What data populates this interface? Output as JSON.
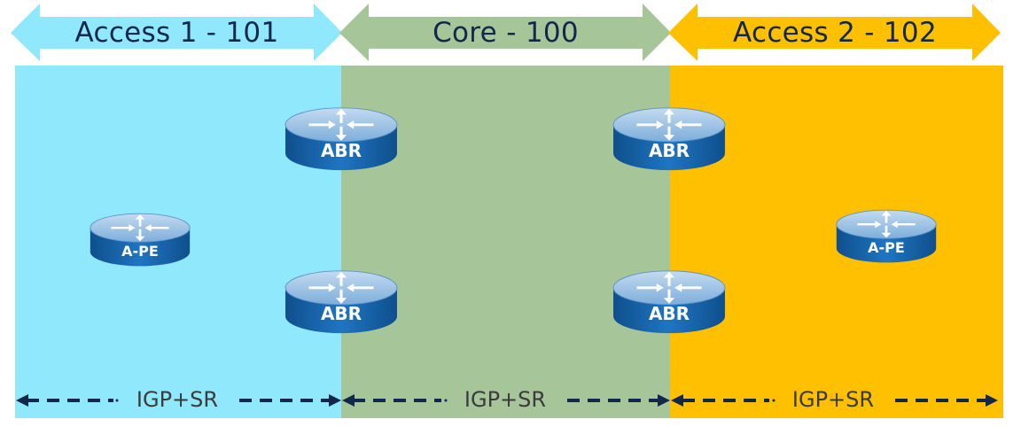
{
  "domains": [
    {
      "id": "access1",
      "label": "Access 1 - 101",
      "color": "#8fe8fc"
    },
    {
      "id": "core",
      "label": "Core - 100",
      "color": "#a6c69a"
    },
    {
      "id": "access2",
      "label": "Access 2 - 102",
      "color": "#fec000"
    }
  ],
  "routers": {
    "access1_pe": "A-PE",
    "abr_top_left": "ABR",
    "abr_bottom_left": "ABR",
    "abr_top_right": "ABR",
    "abr_bottom_right": "ABR",
    "access2_pe": "A-PE"
  },
  "bottom_labels": {
    "access1": "IGP+SR",
    "core": "IGP+SR",
    "access2": "IGP+SR"
  },
  "colors": {
    "router_top": "#9fc2e3",
    "router_body": "#1b6bb3",
    "arrow_dark": "#12284a",
    "text_dark": "#12284a"
  }
}
